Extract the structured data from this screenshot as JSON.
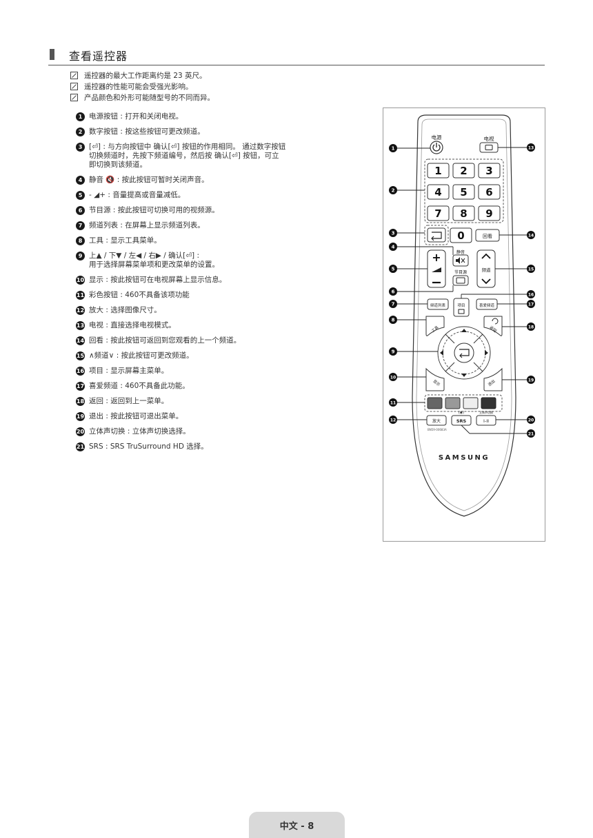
{
  "section_title": "查看遥控器",
  "notes": [
    "遥控器的最大工作距离约是 23 英尺。",
    "遥控器的性能可能会受强光影响。",
    "产品颜色和外形可能随型号的不同而异。"
  ],
  "items": [
    {
      "num": "1",
      "text": "电源按钮 : 打开和关闭电视。"
    },
    {
      "num": "2",
      "text": "数字按钮 : 按这些按钮可更改频道。"
    },
    {
      "num": "3",
      "text": "[⏎] : 与方向按钮中 确认[⏎] 按钮的作用相同。 通过数字按钮\n切换频道时，先按下频道编号，然后按 确认[⏎] 按钮，可立\n即切换到该频道。"
    },
    {
      "num": "4",
      "text": "静音 🔇 : 按此按钮可暂时关闭声音。"
    },
    {
      "num": "5",
      "text": "- ◢+ : 音量提高或音量减低。"
    },
    {
      "num": "6",
      "text": "节目源 : 按此按钮可切换可用的视频源。"
    },
    {
      "num": "7",
      "text": "频道列表 : 在屏幕上显示频道列表。"
    },
    {
      "num": "8",
      "text": "工具 : 显示工具菜单。"
    },
    {
      "num": "9",
      "text": "上▲ / 下▼ / 左◀ / 右▶ / 确认[⏎] :\n用于选择屏幕菜单项和更改菜单的设置。"
    },
    {
      "num": "10",
      "text": "显示 : 按此按钮可在电视屏幕上显示信息。"
    },
    {
      "num": "11",
      "text": "彩色按钮 : 460不具备该项功能"
    },
    {
      "num": "12",
      "text": "放大 : 选择图像尺寸。"
    },
    {
      "num": "13",
      "text": "电视 : 直接选择电视模式。"
    },
    {
      "num": "14",
      "text": "回看 : 按此按钮可返回到您观看的上一个频道。"
    },
    {
      "num": "15",
      "text": "∧频道∨ : 按此按钮可更改频道。"
    },
    {
      "num": "16",
      "text": "项目 : 显示屏幕主菜单。"
    },
    {
      "num": "17",
      "text": "喜爱频道 : 460不具备此功能。"
    },
    {
      "num": "18",
      "text": "返回 : 返回到上一菜单。"
    },
    {
      "num": "19",
      "text": "退出 : 按此按钮可退出菜单。"
    },
    {
      "num": "20",
      "text": "立体声切换 : 立体声切换选择。"
    },
    {
      "num": "21",
      "text": "SRS : SRS TruSurround HD 选择。"
    }
  ],
  "remote": {
    "power_label": "电源",
    "tv_label": "电视",
    "digits": [
      "1",
      "2",
      "3",
      "4",
      "5",
      "6",
      "7",
      "8",
      "9",
      "0"
    ],
    "prech_label": "回看",
    "mute_label": "静音",
    "source_label": "节目源",
    "channel_label": "频道",
    "chlist_label": "频道列表",
    "menu_label": "项目",
    "fav_label": "喜爱频道",
    "tools_label": "工具",
    "return_label": "返回",
    "info_label": "显示",
    "exit_label": "退出",
    "zoom_label": "放大",
    "srs_label": "SRS",
    "dual_label": "立体声切换",
    "dual_key": "I-II",
    "model_code": "BN59-00683A",
    "brand": "SAMSUNG",
    "callouts": [
      "1",
      "2",
      "3",
      "4",
      "5",
      "6",
      "7",
      "8",
      "9",
      "10",
      "11",
      "12",
      "13",
      "14",
      "15",
      "16",
      "17",
      "18",
      "19",
      "20",
      "21"
    ]
  },
  "footer": "中文 - 8"
}
